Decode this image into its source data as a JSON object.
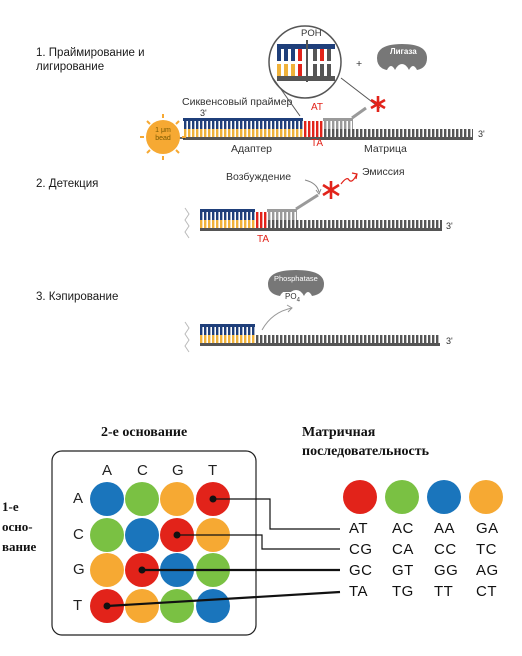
{
  "top": {
    "step1": {
      "line1": "1. Праймирование и",
      "line2": "лигирование"
    },
    "step2": "2. Детекция",
    "step3": "3. Кэпирование",
    "poh": "POH",
    "plus": "+",
    "ligase": "Лигаза",
    "seq_primer": "Сиквенсовый праймер",
    "at": "AT",
    "ta": "TA",
    "three_prime": "3'",
    "bead": {
      "line1": "1 μm",
      "line2": "bead"
    },
    "adapter": "Адаптер",
    "matrix": "Матрица",
    "excitation": "Возбуждение",
    "emission": "Эмиссия",
    "ta2": "TA",
    "phosphatase": "Phosphatase",
    "po4": "PO",
    "po4_sub": "4"
  },
  "bottom": {
    "second_base_title": "2-е основание",
    "matrix_seq_title": {
      "line1": "Матричная",
      "line2": "последовательность"
    },
    "first_base": {
      "line1": "1-е",
      "line2": "осно-",
      "line3": "вание"
    },
    "col_headers": [
      "A",
      "C",
      "G",
      "T"
    ],
    "row_headers": [
      "A",
      "C",
      "G",
      "T"
    ],
    "grid_colors": [
      [
        "blue",
        "green",
        "orange",
        "red"
      ],
      [
        "green",
        "blue",
        "red",
        "orange"
      ],
      [
        "orange",
        "red",
        "blue",
        "green"
      ],
      [
        "red",
        "orange",
        "green",
        "blue"
      ]
    ],
    "legend_colors": [
      "red",
      "green",
      "blue",
      "orange"
    ],
    "pairs": [
      [
        "AT",
        "AC",
        "AA",
        "GA"
      ],
      [
        "CG",
        "CA",
        "CC",
        "TC"
      ],
      [
        "GC",
        "GT",
        "GG",
        "AG"
      ],
      [
        "TA",
        "TG",
        "TT",
        "CT"
      ]
    ]
  },
  "colors": {
    "red": "#e2231a",
    "green": "#7ac143",
    "blue": "#1a75bc",
    "orange": "#f6a933",
    "navy": "#1f3f7a",
    "yellow": "#f0b23a",
    "gray": "#555555",
    "lightgray": "#9a9a9a"
  }
}
